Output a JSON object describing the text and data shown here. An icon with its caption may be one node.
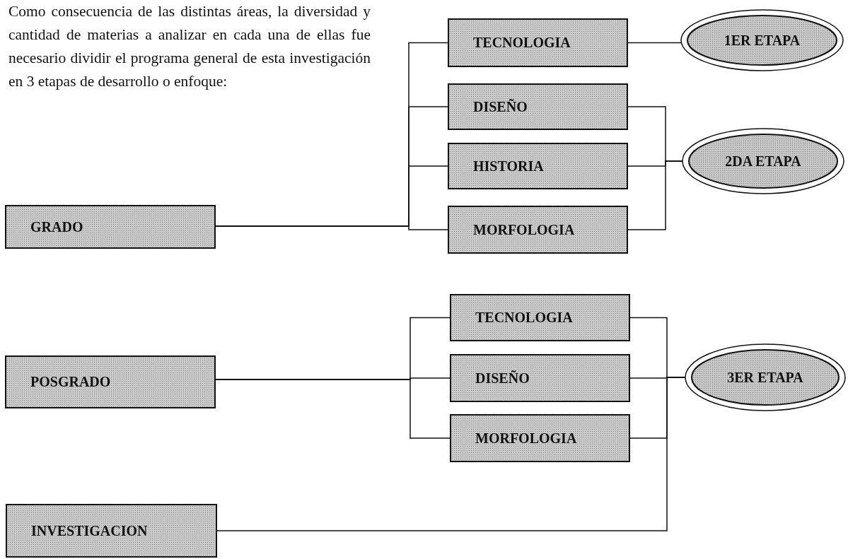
{
  "diagram": {
    "nodes": [
      {
        "text": [
          "GRADO"
        ]
      },
      {
        "text": [
          "TECNOLOGIA"
        ]
      },
      {
        "text": [
          "DISEÑO"
        ]
      },
      {
        "text": [
          "HISTORIA"
        ]
      },
      {
        "text": [
          "MORFOLOGIA"
        ]
      },
      {
        "text": [
          "1ER ETAPA"
        ]
      },
      {
        "text": [
          "2DA ETAPA"
        ]
      },
      {
        "text": [
          "POSGRADO"
        ]
      },
      {
        "text": [
          "TECNOLOGIA"
        ]
      },
      {
        "text": [
          "DISEÑO"
        ]
      },
      {
        "text": [
          "MORFOLOGIA"
        ]
      },
      {
        "text": [
          "3ER ETAPA"
        ]
      },
      {
        "text": [
          "INVESTIGACION"
        ]
      }
    ],
    "edges": [
      {
        "from": 0,
        "to": 1,
        "arrow": "none"
      },
      {
        "from": 0,
        "to": 2,
        "arrow": "none"
      },
      {
        "from": 0,
        "to": 3,
        "arrow": "none"
      },
      {
        "from": 0,
        "to": 4,
        "arrow": "none"
      },
      {
        "from": 1,
        "to": 5,
        "arrow": "none"
      },
      {
        "from": 2,
        "to": 6,
        "arrow": "none"
      },
      {
        "from": 3,
        "to": 6,
        "arrow": "none"
      },
      {
        "from": 4,
        "to": 6,
        "arrow": "none"
      },
      {
        "from": 7,
        "to": 8,
        "arrow": "none"
      },
      {
        "from": 7,
        "to": 9,
        "arrow": "none"
      },
      {
        "from": 7,
        "to": 10,
        "arrow": "none"
      },
      {
        "from": 8,
        "to": 11,
        "arrow": "none"
      },
      {
        "from": 9,
        "to": 11,
        "arrow": "none"
      },
      {
        "from": 10,
        "to": 11,
        "arrow": "none"
      },
      {
        "from": 12,
        "to": 11,
        "arrow": "none"
      }
    ],
    "labels": [
      "Como consecuencia de las distintas áreas, la diversidad y cantidad de materias a analizar en cada una de ellas fue necesario dividir el programa general de esta investigación en 3 etapas de desarrollo o enfoque:"
    ]
  }
}
